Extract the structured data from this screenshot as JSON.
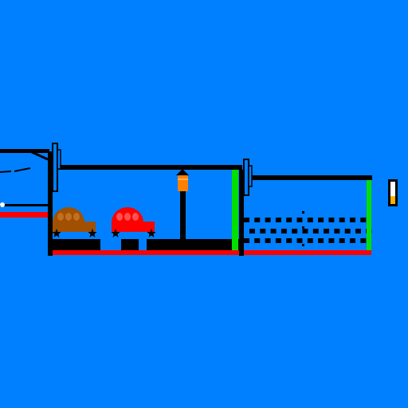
{
  "game": {
    "background_color": "#0080ff",
    "wall_color": "#000000",
    "floor_strip_color": "#ff0000",
    "gate_color": "#00e000",
    "lamp_color": "#ff8000",
    "wheel_icon": "star-icon",
    "rooms": [
      {
        "name": "entry-ledge"
      },
      {
        "name": "garage-room"
      },
      {
        "name": "block-grid-room"
      }
    ],
    "cars": [
      {
        "name": "brown-car",
        "color": "#a05000",
        "window_color": "#c07020"
      },
      {
        "name": "red-car",
        "color": "#ff0000",
        "window_color": "#ff5050"
      }
    ],
    "doors": [
      {
        "name": "door-left"
      },
      {
        "name": "door-middle"
      }
    ],
    "gates": [
      {
        "name": "garage-exit-gate",
        "state": "open"
      },
      {
        "name": "grid-exit-gate",
        "state": "open"
      }
    ],
    "blocks": {
      "rows": 3,
      "row_counts": [
        12,
        12,
        12
      ]
    },
    "meter": {
      "level": 0.35,
      "fill_color": "#ffb000"
    }
  }
}
